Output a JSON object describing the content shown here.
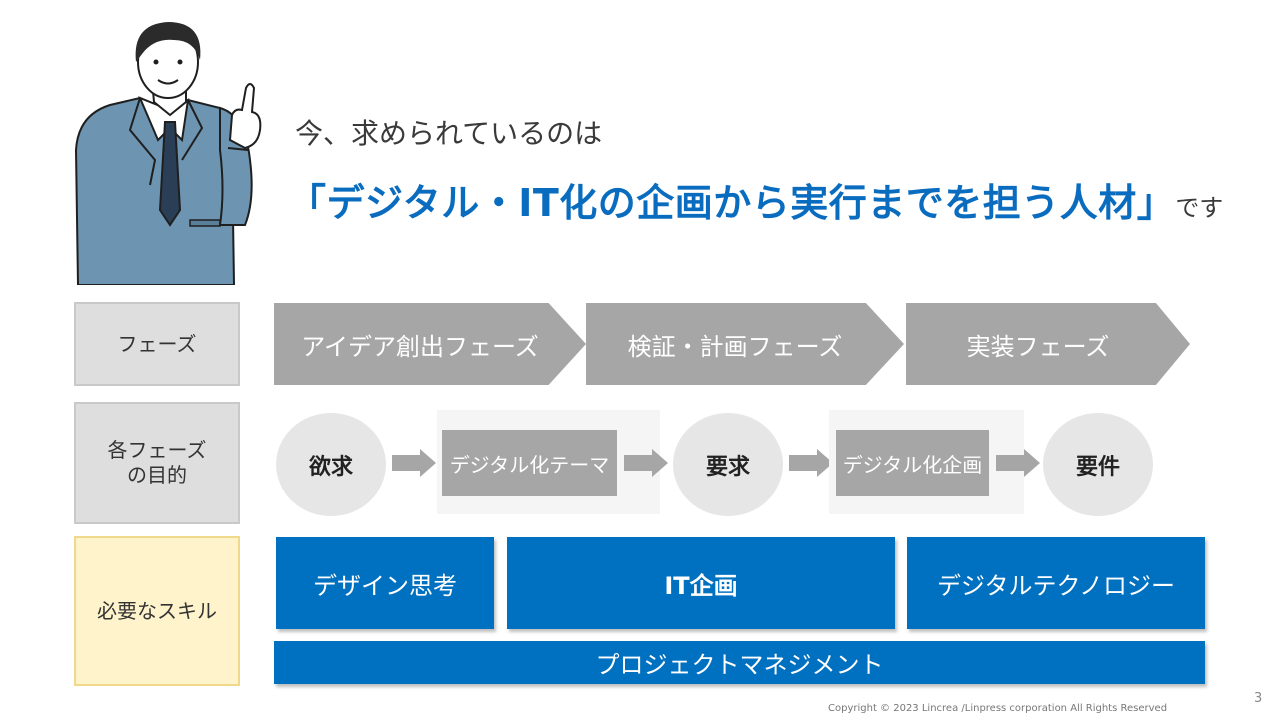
{
  "header": {
    "intro": "今、求められているのは",
    "headline": "「デジタル・IT化の企画から実行までを担う人材」",
    "headline_suffix": "です"
  },
  "rows": {
    "phase_label": "フェーズ",
    "purpose_label": "各フェーズ\nの目的",
    "skill_label": "必要なスキル"
  },
  "phases": [
    "アイデア創出フェーズ",
    "検証・計画フェーズ",
    "実装フェーズ"
  ],
  "purposes": {
    "circles": [
      "欲求",
      "要求",
      "要件"
    ],
    "tiles": [
      "デジタル化テーマ",
      "デジタル化企画"
    ]
  },
  "skills": {
    "design": "デザイン思考",
    "it": "IT企画",
    "tech": "デジタルテクノロジー",
    "pm": "プロジェクトマネジメント"
  },
  "footer": {
    "copyright": "Copyright © 2023 Lincrea /Linpress corporation All Rights Reserved",
    "page": "3"
  },
  "colors": {
    "accent_blue": "#0070c0",
    "headline_blue": "#0a6cbf",
    "phase_gray": "#a6a6a6",
    "label_gray": "#dedede",
    "skill_label_yellow": "#fff3cc"
  }
}
